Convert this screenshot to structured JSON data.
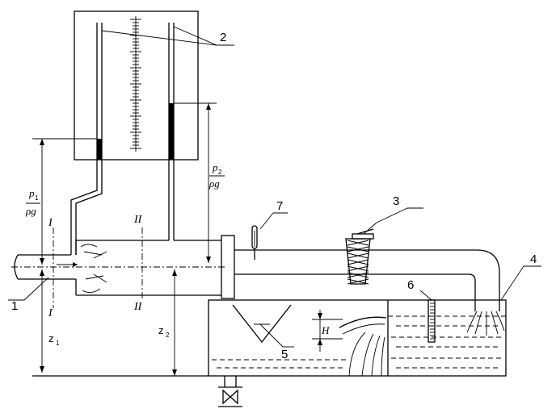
{
  "labels": {
    "n1": "1",
    "n2": "2",
    "n3": "3",
    "n4": "4",
    "n5": "5",
    "n6": "6",
    "n7": "7",
    "section_I": "I",
    "section_II": "II",
    "head_H": "H",
    "z1_main": "z",
    "z1_sub": "1",
    "z2_main": "z",
    "z2_sub": "2",
    "p1_top": "p",
    "p1_sub": "1",
    "p1_bottom": "ρg",
    "p2_top": "p",
    "p2_sub": "2",
    "p2_bottom": "ρg"
  }
}
